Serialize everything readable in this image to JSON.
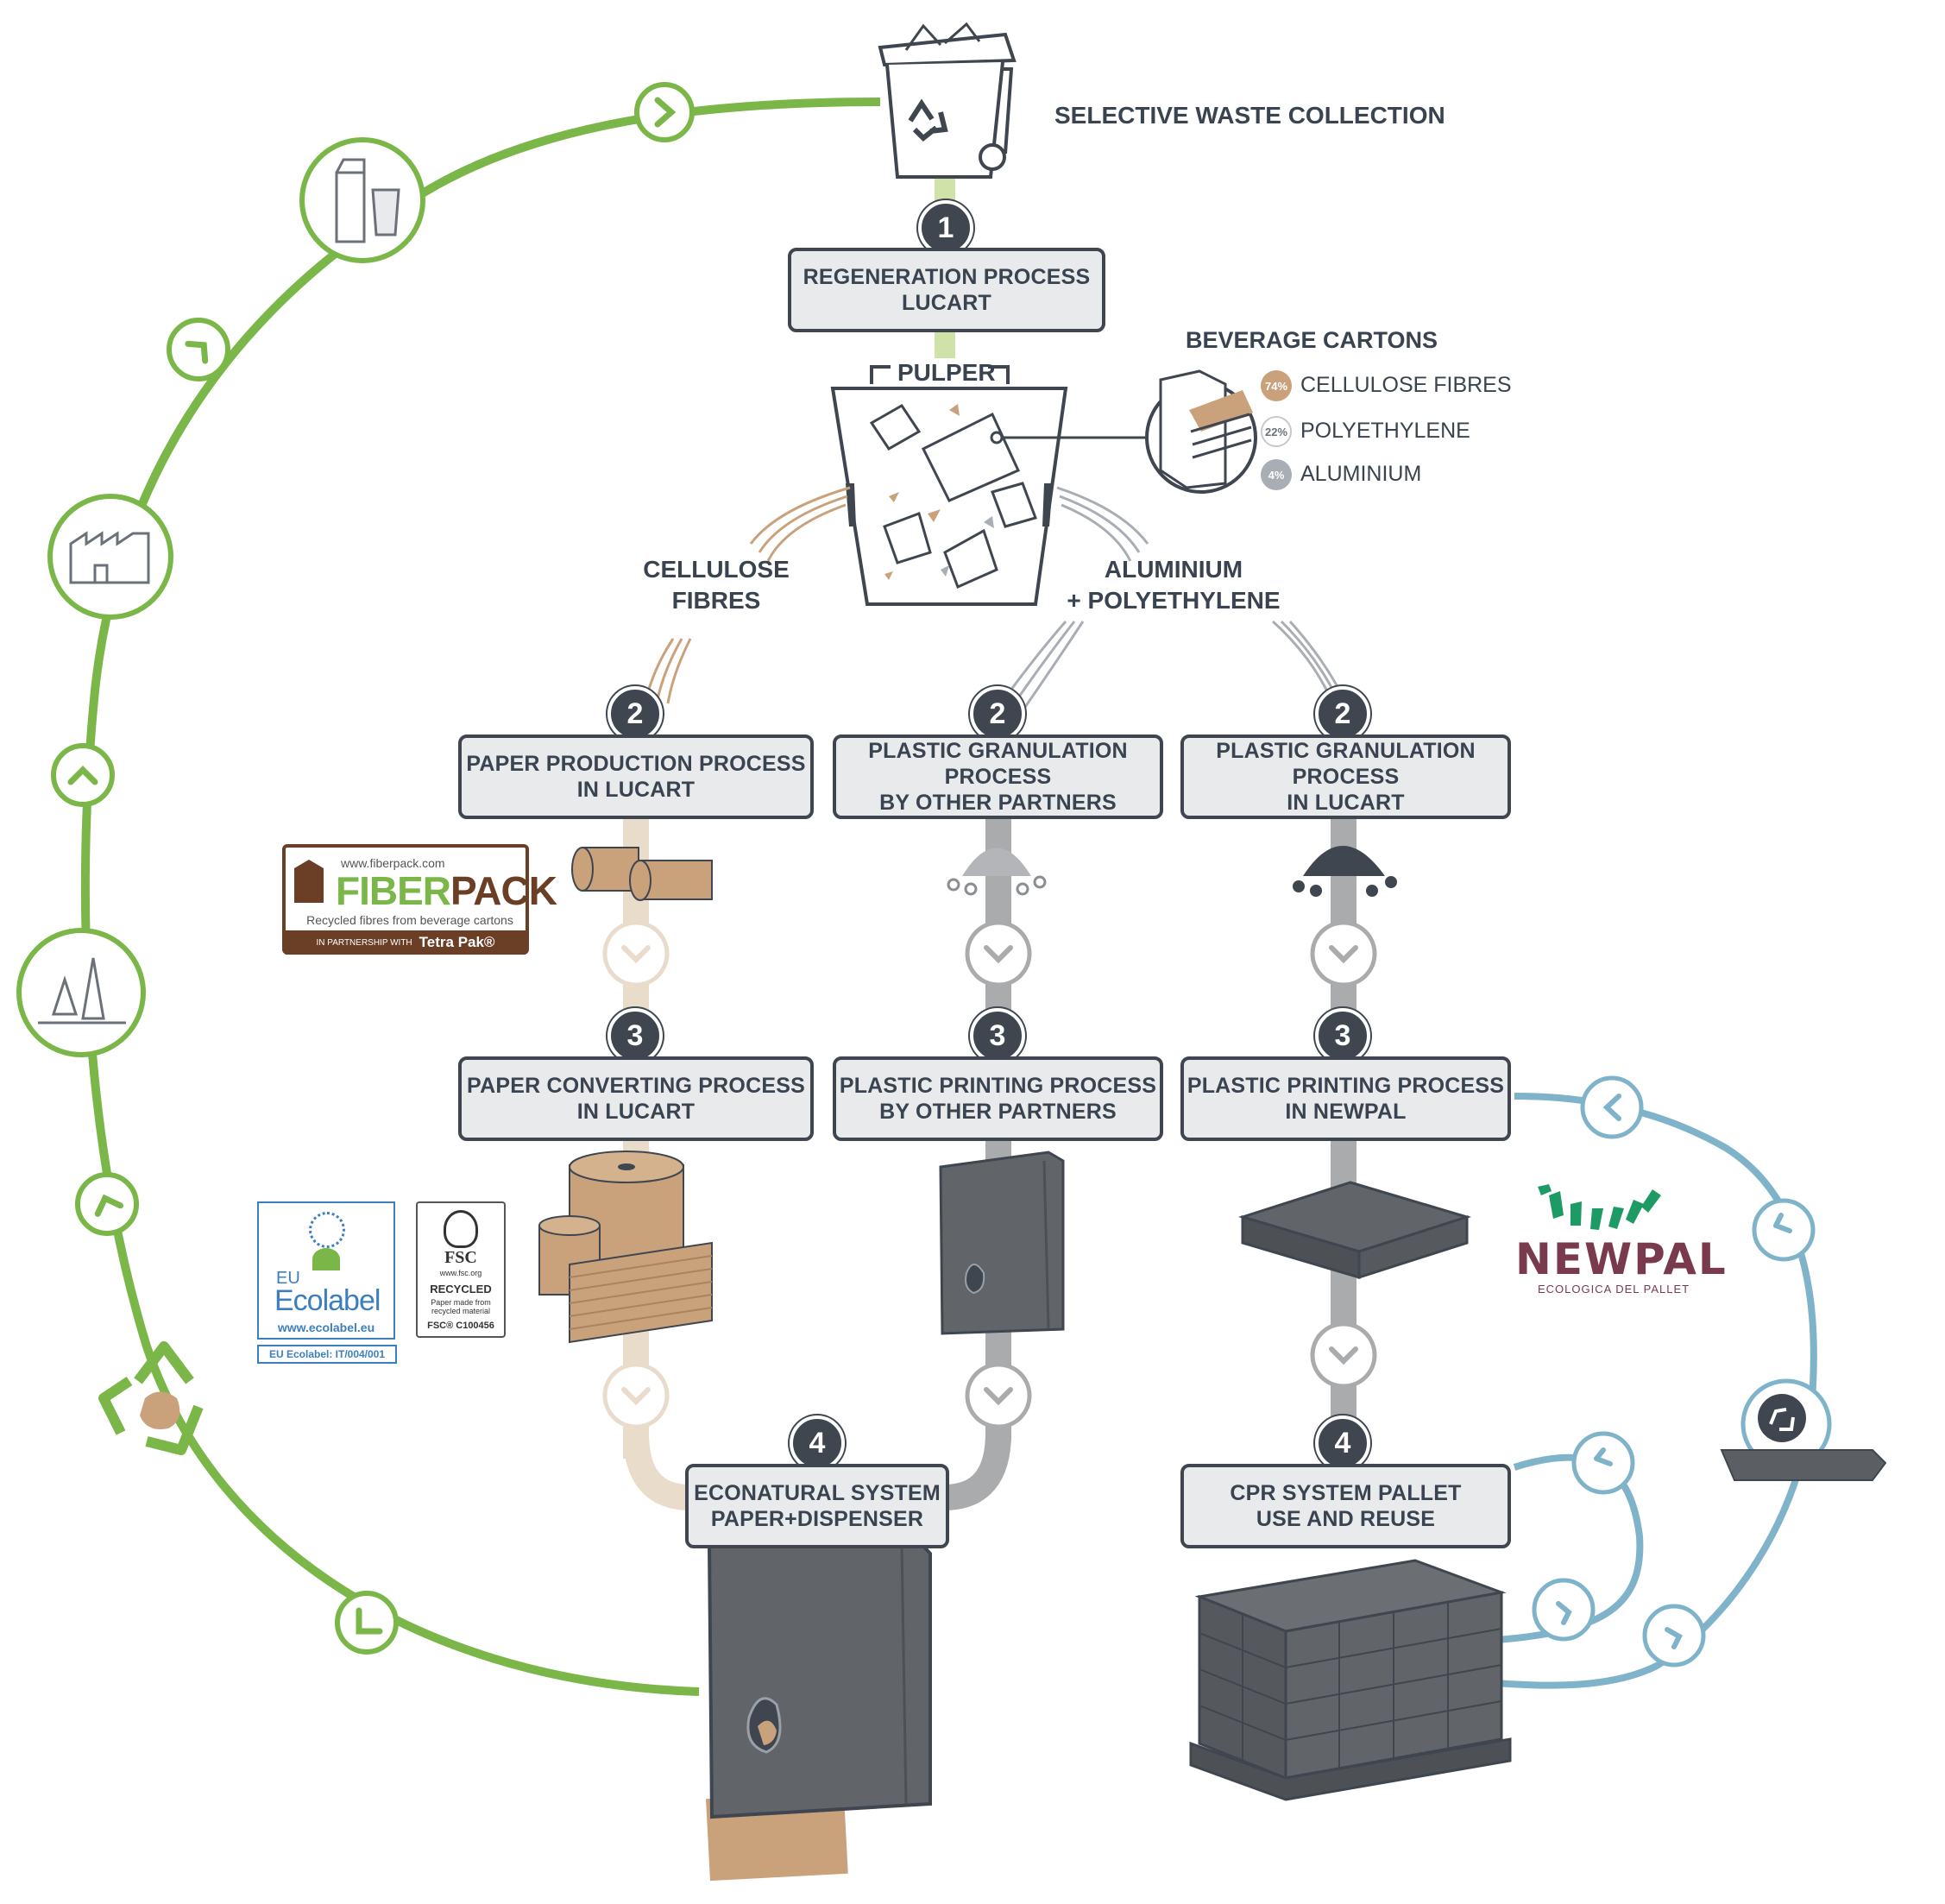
{
  "top": {
    "title": "SELECTIVE WASTE COLLECTION"
  },
  "steps": {
    "s1": "1",
    "s2a": "2",
    "s2b": "2",
    "s2c": "2",
    "s3a": "3",
    "s3b": "3",
    "s3c": "3",
    "s4a": "4",
    "s4b": "4"
  },
  "boxes": {
    "regeneration": "REGENERATION PROCESS\nLUCART",
    "paper_production": "PAPER PRODUCTION PROCESS\nIN LUCART",
    "plastic_granulation_partners": "PLASTIC GRANULATION PROCESS\nBY OTHER PARTNERS",
    "plastic_granulation_lucart": "PLASTIC GRANULATION PROCESS\nIN LUCART",
    "paper_converting": "PAPER CONVERTING PROCESS\nIN LUCART",
    "plastic_printing_partners": "PLASTIC PRINTING PROCESS\nBY OTHER PARTNERS",
    "plastic_printing_newpal": "PLASTIC PRINTING PROCESS\nIN NEWPAL",
    "econatural": "ECONATURAL SYSTEM\nPAPER+DISPENSER",
    "cpr": "CPR SYSTEM PALLET\nUSE AND REUSE"
  },
  "labels": {
    "pulper": "PULPER",
    "cellulose": "CELLULOSE\nFIBRES",
    "alu_poly": "ALUMINIUM\n+ POLYETHYLENE",
    "beverage_cartons": "BEVERAGE CARTONS"
  },
  "composition": [
    {
      "pct": "74%",
      "name": "CELLULOSE FIBRES",
      "color": "#c9a27c"
    },
    {
      "pct": "22%",
      "name": "POLYETHYLENE",
      "color": "#ffffff"
    },
    {
      "pct": "4%",
      "name": "ALUMINIUM",
      "color": "#a9adb4"
    }
  ],
  "logos": {
    "fiberpack": {
      "url": "www.fiberpack.com",
      "name_a": "FIBER",
      "name_b": "PACK",
      "tagline": "Recycled fibres from beverage cartons",
      "partner": "IN PARTNERSHIP WITH",
      "partner_brand": "Tetra Pak®"
    },
    "ecolabel": {
      "eu": "EU",
      "name": "Ecolabel",
      "url": "www.ecolabel.eu",
      "code": "EU Ecolabel: IT/004/001"
    },
    "fsc": {
      "name": "FSC",
      "url": "www.fsc.org",
      "recycled": "RECYCLED",
      "claim": "Paper made from\nrecycled material",
      "code": "FSC® C100456"
    },
    "newpal": {
      "name": "NEWPAL",
      "tagline": "ECOLOGICA DEL PALLET"
    }
  },
  "colors": {
    "green": "#7ab648",
    "blue": "#7fb3c9",
    "dark": "#3f4650",
    "kraft": "#c9a27c",
    "kraft_light": "#eadccb",
    "grey": "#a7a9ab",
    "box_fill": "#e9eaec"
  },
  "icons": {
    "green_cycle": [
      "chevron-icon",
      "carton-glass-icon",
      "chevron-icon",
      "factory-icon",
      "chevron-icon",
      "trees-icon",
      "chevron-icon",
      "recycle-icon",
      "chevron-icon"
    ],
    "blue_cycle": [
      "chevron-icon",
      "chevron-icon",
      "recycle-pallet-icon",
      "chevron-icon",
      "chevron-icon",
      "chevron-icon"
    ]
  }
}
